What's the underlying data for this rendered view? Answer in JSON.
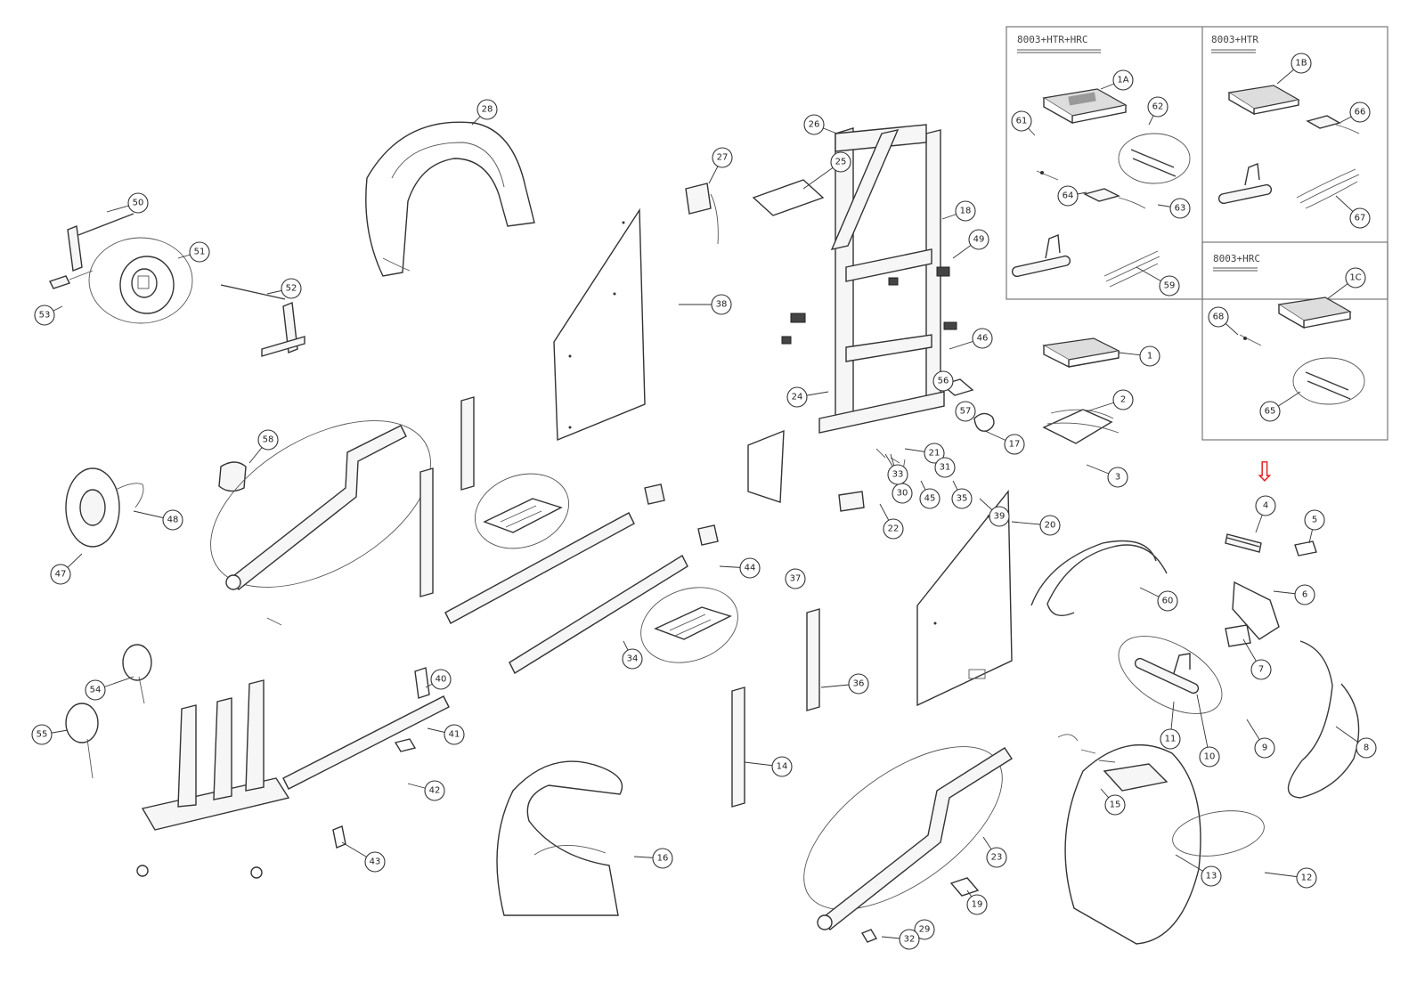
{
  "diagram": {
    "insets": {
      "a": {
        "title": "8003+HTR+HRC"
      },
      "b": {
        "title": "8003+HTR"
      },
      "c": {
        "title": "8003+HRC"
      }
    },
    "highlight": {
      "symbol": "⇩",
      "color": "#e02020",
      "target_label": "4"
    },
    "callouts": [
      {
        "id": "c1",
        "label": "1"
      },
      {
        "id": "c2",
        "label": "2"
      },
      {
        "id": "c3",
        "label": "3"
      },
      {
        "id": "c4",
        "label": "4"
      },
      {
        "id": "c5",
        "label": "5"
      },
      {
        "id": "c6",
        "label": "6"
      },
      {
        "id": "c7",
        "label": "7"
      },
      {
        "id": "c8",
        "label": "8"
      },
      {
        "id": "c9",
        "label": "9"
      },
      {
        "id": "c10",
        "label": "10"
      },
      {
        "id": "c11",
        "label": "11"
      },
      {
        "id": "c12",
        "label": "12"
      },
      {
        "id": "c13",
        "label": "13"
      },
      {
        "id": "c14",
        "label": "14"
      },
      {
        "id": "c15",
        "label": "15"
      },
      {
        "id": "c16",
        "label": "16"
      },
      {
        "id": "c17",
        "label": "17"
      },
      {
        "id": "c18",
        "label": "18"
      },
      {
        "id": "c19",
        "label": "19"
      },
      {
        "id": "c20",
        "label": "20"
      },
      {
        "id": "c21",
        "label": "21"
      },
      {
        "id": "c22",
        "label": "22"
      },
      {
        "id": "c23",
        "label": "23"
      },
      {
        "id": "c24",
        "label": "24"
      },
      {
        "id": "c25",
        "label": "25"
      },
      {
        "id": "c26",
        "label": "26"
      },
      {
        "id": "c27",
        "label": "27"
      },
      {
        "id": "c28",
        "label": "28"
      },
      {
        "id": "c29",
        "label": "29"
      },
      {
        "id": "c30",
        "label": "30"
      },
      {
        "id": "c31",
        "label": "31"
      },
      {
        "id": "c32",
        "label": "32"
      },
      {
        "id": "c33",
        "label": "33"
      },
      {
        "id": "c34",
        "label": "34"
      },
      {
        "id": "c35",
        "label": "35"
      },
      {
        "id": "c36",
        "label": "36"
      },
      {
        "id": "c37",
        "label": "37"
      },
      {
        "id": "c38",
        "label": "38"
      },
      {
        "id": "c39",
        "label": "39"
      },
      {
        "id": "c40",
        "label": "40"
      },
      {
        "id": "c41",
        "label": "41"
      },
      {
        "id": "c42",
        "label": "42"
      },
      {
        "id": "c43",
        "label": "43"
      },
      {
        "id": "c44",
        "label": "44"
      },
      {
        "id": "c45",
        "label": "45"
      },
      {
        "id": "c46",
        "label": "46"
      },
      {
        "id": "c47",
        "label": "47"
      },
      {
        "id": "c48",
        "label": "48"
      },
      {
        "id": "c49",
        "label": "49"
      },
      {
        "id": "c50",
        "label": "50"
      },
      {
        "id": "c51",
        "label": "51"
      },
      {
        "id": "c52",
        "label": "52"
      },
      {
        "id": "c53",
        "label": "53"
      },
      {
        "id": "c54",
        "label": "54"
      },
      {
        "id": "c55",
        "label": "55"
      },
      {
        "id": "c56",
        "label": "56"
      },
      {
        "id": "c57",
        "label": "57"
      },
      {
        "id": "c58",
        "label": "58"
      },
      {
        "id": "c59",
        "label": "59"
      },
      {
        "id": "c60",
        "label": "60"
      },
      {
        "id": "c61",
        "label": "61"
      },
      {
        "id": "c62",
        "label": "62"
      },
      {
        "id": "c63",
        "label": "63"
      },
      {
        "id": "c64",
        "label": "64"
      },
      {
        "id": "c65",
        "label": "65"
      },
      {
        "id": "c66",
        "label": "66"
      },
      {
        "id": "c67",
        "label": "67"
      },
      {
        "id": "c68",
        "label": "68"
      },
      {
        "id": "c1A",
        "label": "1A"
      },
      {
        "id": "c1B",
        "label": "1B"
      },
      {
        "id": "c1C",
        "label": "1C"
      }
    ]
  }
}
